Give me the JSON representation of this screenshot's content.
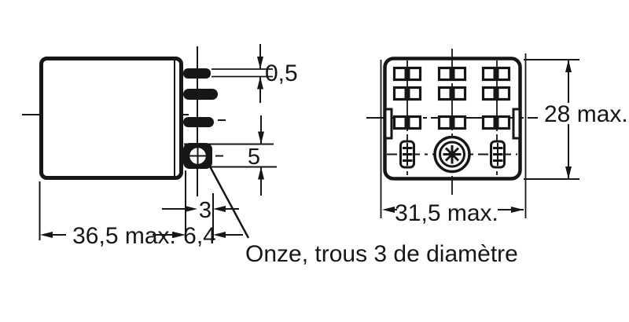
{
  "drawing": {
    "note": "Onze, trous 3 de diamètre",
    "side_view": {
      "pin_thickness": "0,5",
      "boss_diameter": "5",
      "hole_offset": "3",
      "terminal_length": "6,4",
      "body_length": "36,5 max."
    },
    "bottom_view": {
      "body_height": "28 max.",
      "body_width": "31,5 max."
    },
    "colors": {
      "ink": "#161616",
      "background": "#ffffff"
    }
  }
}
